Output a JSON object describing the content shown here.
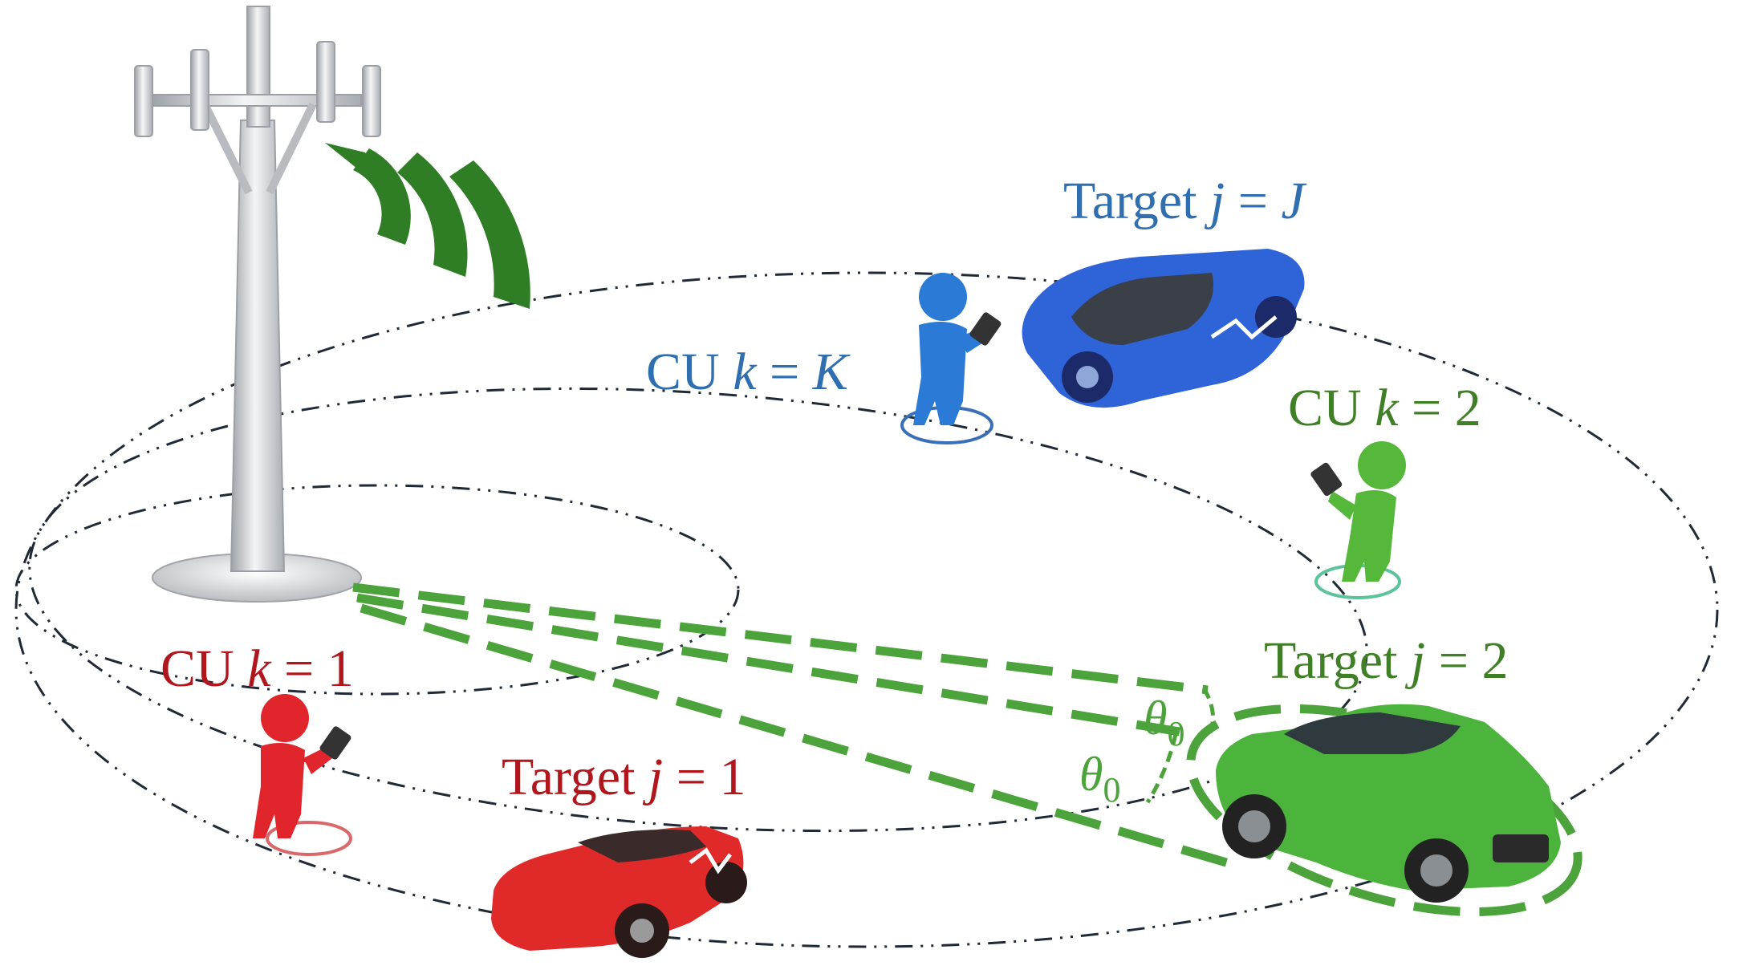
{
  "labels": {
    "target_J": {
      "prefix": "Target ",
      "var": "j",
      "eq": " = ",
      "val": "J"
    },
    "target_2": {
      "prefix": "Target ",
      "var": "j",
      "eq": " = ",
      "val": "2"
    },
    "target_1": {
      "prefix": "Target ",
      "var": "j",
      "eq": " = ",
      "val": "1"
    },
    "cu_K": {
      "prefix": "CU ",
      "var": "k",
      "eq": " = ",
      "val": "K"
    },
    "cu_2": {
      "prefix": "CU ",
      "var": "k",
      "eq": " = ",
      "val": "2"
    },
    "cu_1": {
      "prefix": "CU ",
      "var": "k",
      "eq": " = ",
      "val": "1"
    },
    "theta": {
      "symbol": "θ",
      "sub": "0"
    }
  },
  "colors": {
    "red": "#b0161c",
    "blue": "#2f6fb0",
    "green": "#3f7f25",
    "beam": "#4da33b",
    "wave": "#2f7d24",
    "orbit": "#1f2a36"
  },
  "icons": [
    "base-station-tower-icon",
    "signal-waves-icon",
    "person-phone-icon",
    "car-icon"
  ]
}
